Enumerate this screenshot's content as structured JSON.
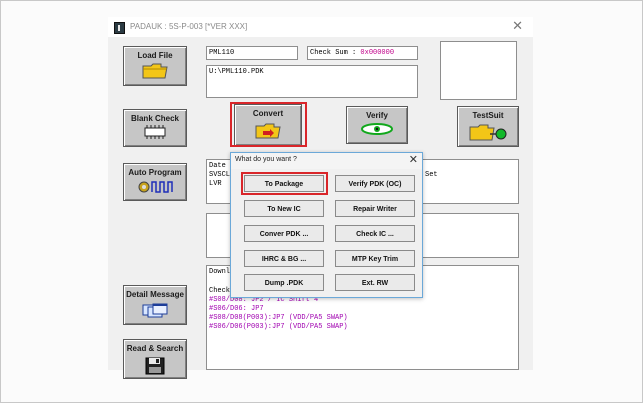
{
  "window": {
    "title": "PADAUK : 5S-P-003 [*VER XXX]",
    "close": "✕"
  },
  "left_buttons": {
    "load_file": "Load File",
    "blank_check": "Blank Check",
    "auto_program": "Auto Program",
    "detail_message": "Detail Message",
    "read_search": "Read & Search"
  },
  "top_buttons": {
    "convert": "Convert",
    "verify": "Verify",
    "testsuit": "TestSuit"
  },
  "fields": {
    "ic_name": "PML110",
    "check_sum_label": "Check Sum : ",
    "check_sum_value": "0x000000",
    "file_path": "U:\\PML110.PDK"
  },
  "info_panel": {
    "line1": "Date",
    "line2": "SVSCL",
    "line3": "LVR",
    "right_text": "Set"
  },
  "log": {
    "line1": "Downl",
    "line2": "Check",
    "purple_lines": [
      "#S08/D08: JP2 / IC Shift 4",
      "#S06/D06: JP7",
      "#S08/D08(P003):JP7 (VDD/PA5 SWAP)",
      "#S06/D06(P003):JP7 (VDD/PA5 SWAP)"
    ]
  },
  "dialog": {
    "title": "What do you want ?",
    "close": "✕",
    "buttons": [
      [
        "To Package",
        "Verify PDK (OC)"
      ],
      [
        "To New IC",
        "Repair Writer"
      ],
      [
        "Conver PDK ...",
        "Check IC ..."
      ],
      [
        "IHRC & BG ...",
        "MTP Key Trim"
      ],
      [
        "Dump .PDK",
        "Ext. RW"
      ]
    ]
  }
}
